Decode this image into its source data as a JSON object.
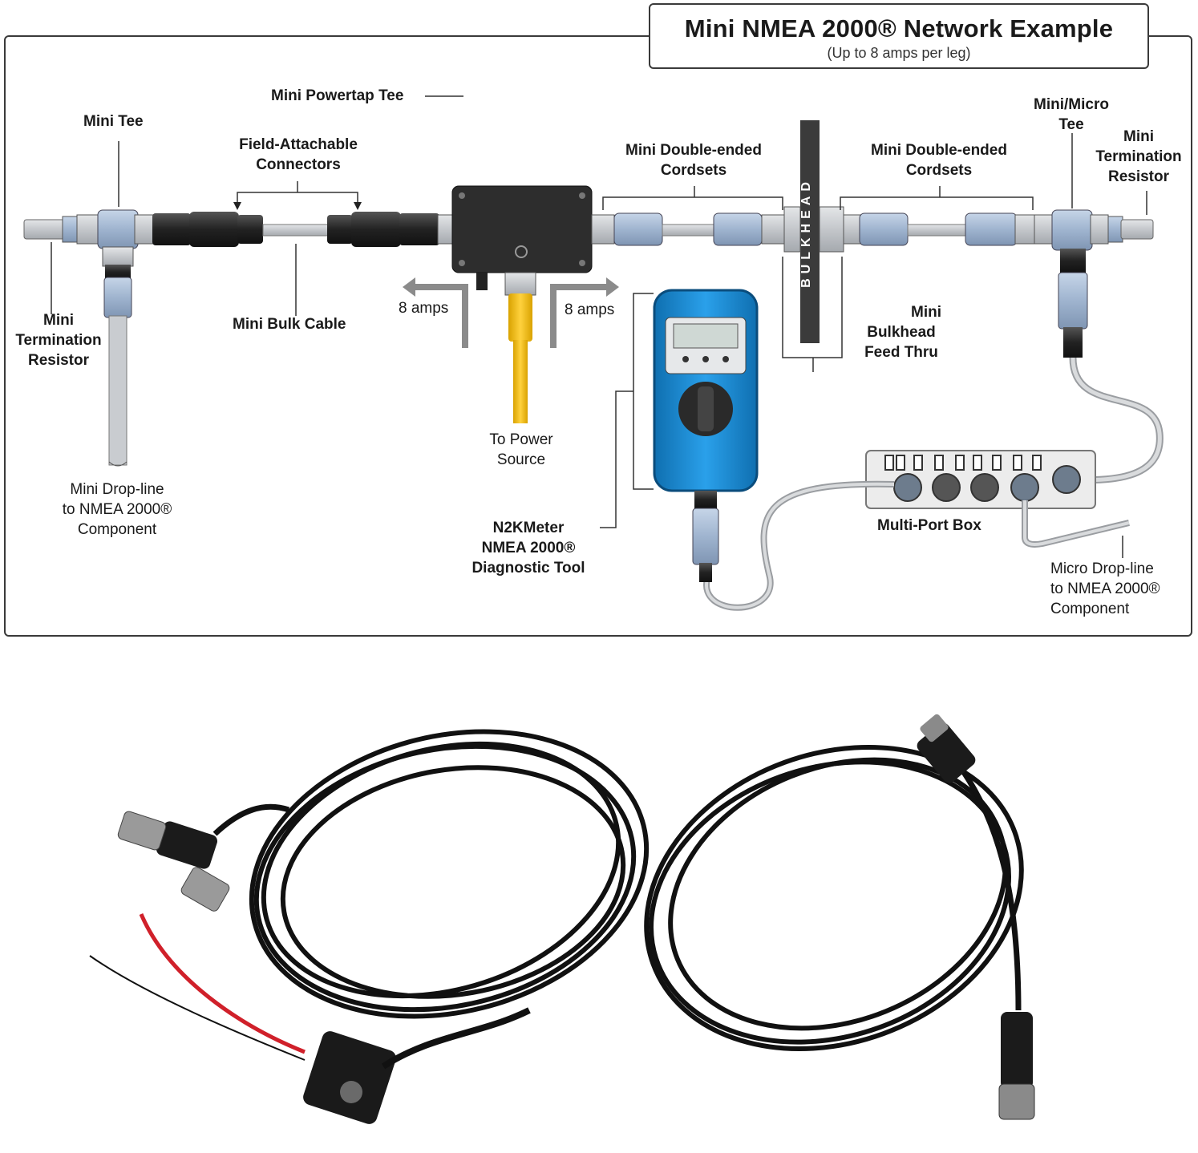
{
  "title": "Mini NMEA 2000® Network Example",
  "subtitle": "(Up to 8 amps per leg)",
  "labels": {
    "mini_powertap_tee": "Mini Powertap Tee",
    "mini_tee": "Mini Tee",
    "field_attachable_1": "Field-Attachable",
    "field_attachable_2": "Connectors",
    "mini_double_ended_left_1": "Mini Double-ended",
    "mini_double_ended_left_2": "Cordsets",
    "mini_double_ended_right_1": "Mini Double-ended",
    "mini_double_ended_right_2": "Cordsets",
    "mini_micro_tee_1": "Mini/Micro",
    "mini_micro_tee_2": "Tee",
    "term_right_1": "Mini",
    "term_right_2": "Termination",
    "term_right_3": "Resistor",
    "term_left_1": "Mini",
    "term_left_2": "Termination",
    "term_left_3": "Resistor",
    "mini_bulk_cable": "Mini Bulk Cable",
    "amps_left": "8 amps",
    "amps_right": "8 amps",
    "bulkhead_1": "Mini",
    "bulkhead_2": "Bulkhead",
    "bulkhead_3": "Feed Thru",
    "bulkhead_plate": "BULKHEAD",
    "power_1": "To Power",
    "power_2": "Source",
    "drop_left_1": "Mini Drop-line",
    "drop_left_2": "to NMEA 2000®",
    "drop_left_3": "Component",
    "meter_1": "N2KMeter",
    "meter_2": "NMEA 2000®",
    "meter_3": "Diagnostic Tool",
    "multiport": "Multi-Port Box",
    "drop_right_1": "Micro Drop-line",
    "drop_right_2": "to NMEA 2000®",
    "drop_right_3": "Component"
  },
  "colors": {
    "cable_gray": "#c9ccd0",
    "connector_blue": "#a9bdd6",
    "connector_dark": "#2b2b2b",
    "power_yellow": "#f5c21b",
    "meter_blue": "#1d8fd8",
    "plate_dark": "#3b3b3b"
  },
  "icons": [
    "tee-connector-icon",
    "powertap-box-icon",
    "n2k-meter-icon",
    "bulkhead-plate-icon",
    "multiport-box-icon",
    "cable-coil-icon",
    "fuse-holder-icon"
  ]
}
